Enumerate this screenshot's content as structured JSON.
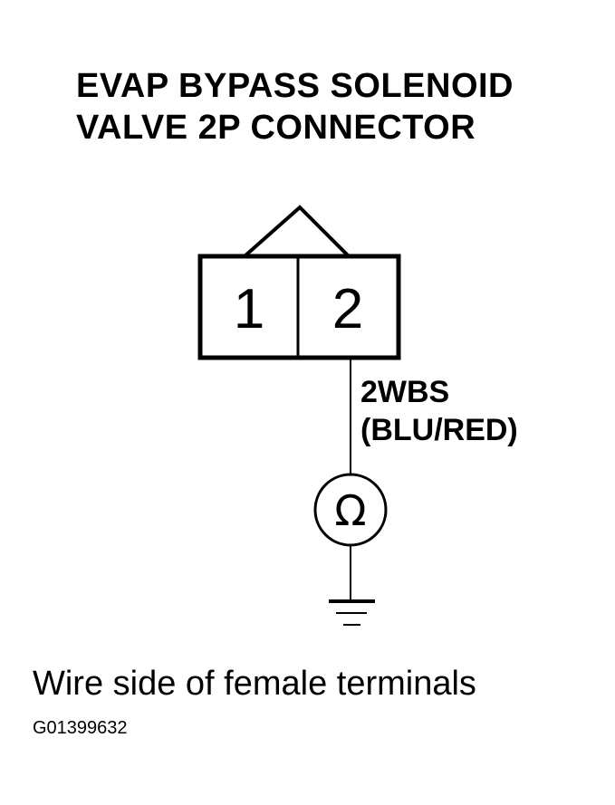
{
  "diagram": {
    "title_line1": "EVAP BYPASS SOLENOID",
    "title_line2": "VALVE 2P CONNECTOR",
    "connector": {
      "pins": [
        {
          "number": "1"
        },
        {
          "number": "2"
        }
      ]
    },
    "wire": {
      "code": "2WBS",
      "color": "(BLU/RED)",
      "pin": "2"
    },
    "meter_symbol": "Ω",
    "ground_symbol": "ground-icon",
    "caption": "Wire side of female terminals",
    "figure_id": "G01399632"
  }
}
